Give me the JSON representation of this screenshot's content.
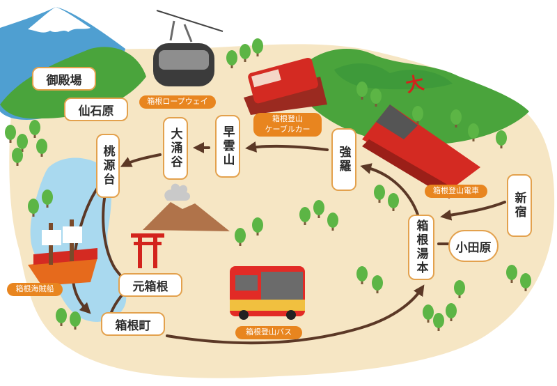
{
  "stations": {
    "gotemba": "御殿場",
    "sengokuhara": "仙石原",
    "togendai": "桃源台",
    "owakudani": "大涌谷",
    "sounzan": "早雲山",
    "gora": "強羅",
    "shinjuku": "新宿",
    "odawara": "小田原",
    "hakone_yumoto": "箱根湯本",
    "moto_hakone": "元箱根",
    "hakone_machi": "箱根町"
  },
  "transport": {
    "ropeway": "箱根ロープウェイ",
    "cablecar_line1": "箱根登山",
    "cablecar_line2": "ケーブルカー",
    "railway": "箱根登山電車",
    "pirate_ship": "箱根海賊船",
    "bus": "箱根登山バス"
  },
  "mountain_mark": "大",
  "colors": {
    "ground": "#f6e6c4",
    "lake": "#a9d9ef",
    "route": "#5b3826",
    "badge_border": "#e3a14d",
    "caption_bg": "#e8851f",
    "tree": "#5cb545",
    "tree_dark": "#3e9a3a",
    "mountain": "#4aa43c",
    "torii": "#d3231c",
    "train": "#d42a22"
  }
}
